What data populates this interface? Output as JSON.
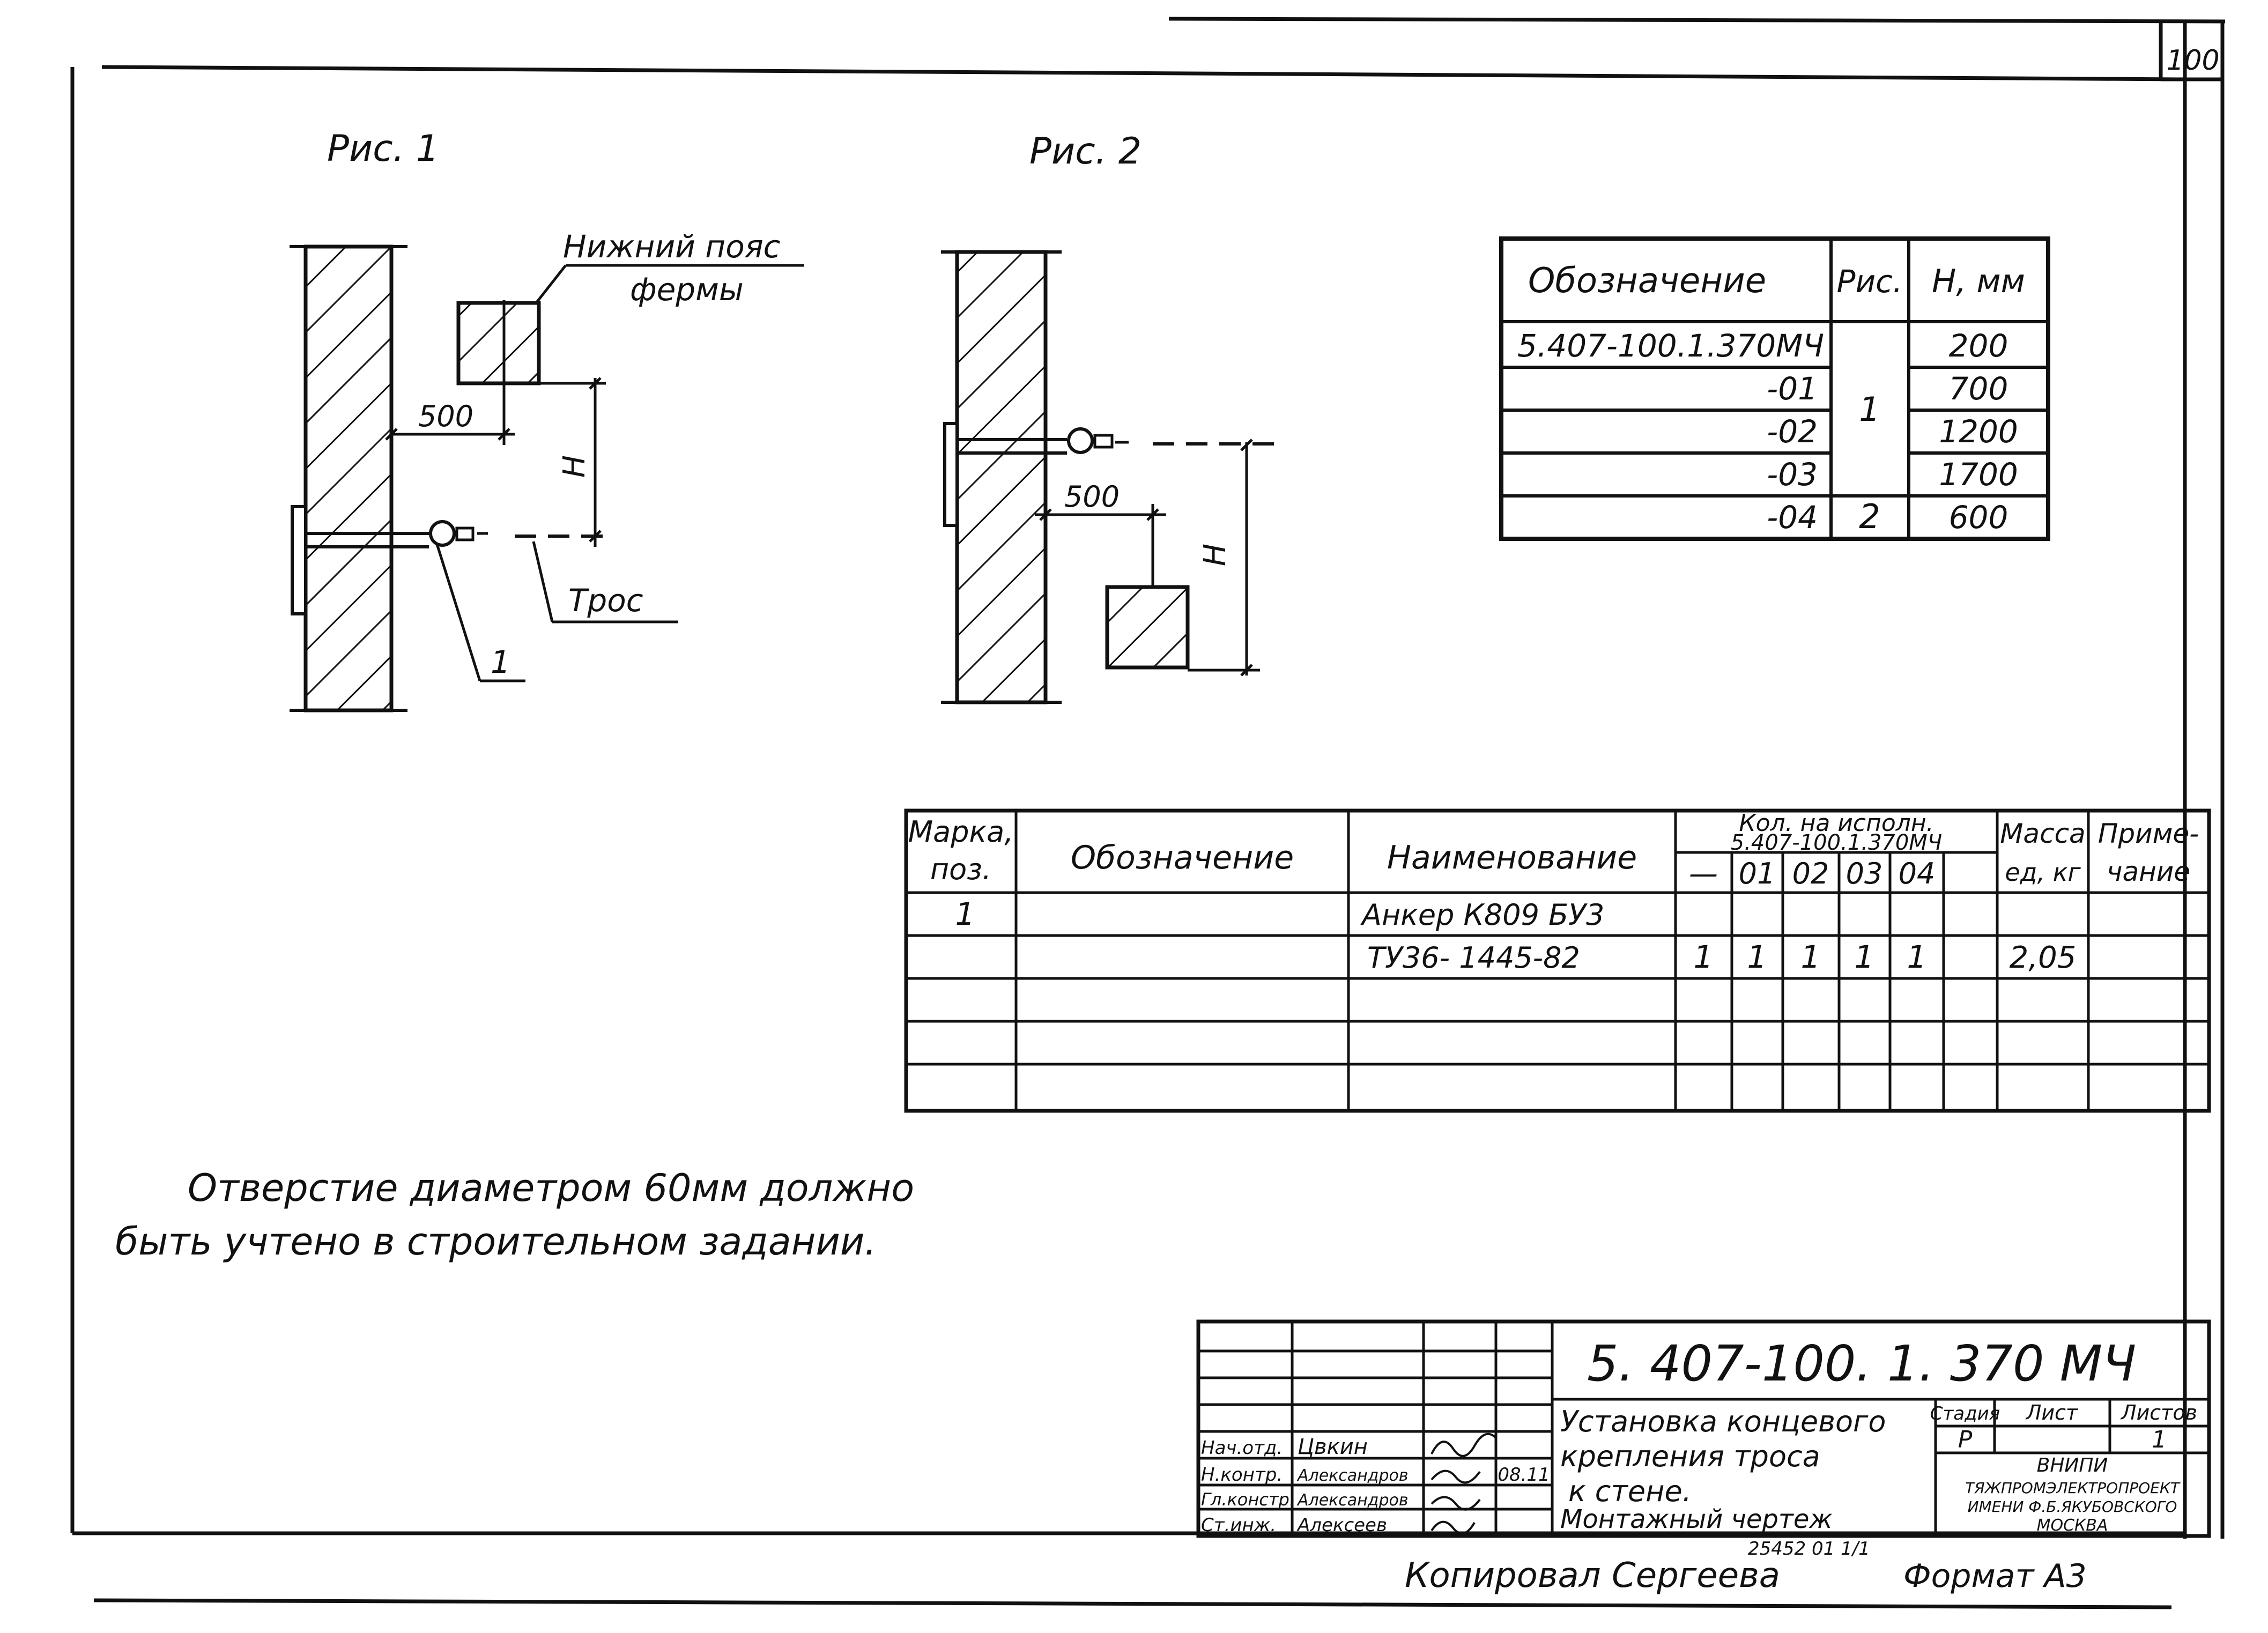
{
  "sheet": {
    "page_number": "100",
    "fig1_title": "Рис. 1",
    "fig2_title": "Рис. 2"
  },
  "fig1": {
    "chord_label_line1": "Нижний пояс",
    "chord_label_line2": "фермы",
    "dim_500": "500",
    "dim_h": "Н",
    "cable_label": "Трос",
    "pos_label": "1"
  },
  "fig2": {
    "dim_500": "500",
    "dim_h": "Н"
  },
  "version_table": {
    "headers": [
      "Обозначение",
      "Рис.",
      "Н, мм"
    ],
    "rows": [
      {
        "designation": "5.407-100.1.370МЧ",
        "h": "200"
      },
      {
        "designation": "-01",
        "h": "700"
      },
      {
        "designation": "-02",
        "h": "1200"
      },
      {
        "designation": "-03",
        "h": "1700"
      },
      {
        "designation": "-04",
        "h": "600"
      }
    ],
    "fig_merged_1": "1",
    "fig_last": "2"
  },
  "spec_table": {
    "h_mark_line1": "Марка,",
    "h_mark_line2": "поз.",
    "h_designation": "Обозначение",
    "h_name": "Наименование",
    "h_qty_line1": "Кол. на исполн.",
    "h_qty_line2": "5.407-100.1.370МЧ",
    "h_sub": [
      "—",
      "01",
      "02",
      "03",
      "04"
    ],
    "h_mass_line1": "Масса",
    "h_mass_line2": "ед, кг",
    "h_note_line1": "Приме-",
    "h_note_line2": "чание",
    "row1_mark": "1",
    "row1_name": "Анкер К809 БУ3",
    "row2_name": "ТУ36- 1445-82",
    "row2_qty": [
      "1",
      "1",
      "1",
      "1",
      "1"
    ],
    "row2_mass": "2,05"
  },
  "note": {
    "line1": "Отверстие диаметром 60мм должно",
    "line2": "быть учтено в строительном задании."
  },
  "title_block": {
    "code": "5. 407-100. 1. 370 МЧ",
    "desc_line1": "Установка концевого",
    "desc_line2": "крепления троса",
    "desc_line3": "к стене.",
    "desc_line4": "Монтажный чертеж",
    "stage_label": "Стадия",
    "sheet_label": "Лист",
    "sheets_label": "Листов",
    "stage": "Р",
    "sheets": "1",
    "roles": [
      "Нач.отд.",
      "Н.контр.",
      "Гл.констр.",
      "Ст.инж."
    ],
    "names": [
      "Цвкин",
      "Александров",
      "Александров",
      "Алексеев"
    ],
    "date": "08.11",
    "org_line1": "ВНИПИ",
    "org_line2": "ТЯЖПРОМЭЛЕКТРОПРОЕКТ",
    "org_line3": "ИМЕНИ Ф.Б.ЯКУБОВСКОГО",
    "org_line4": "МОСКВА",
    "archive": "25452 01    1/1"
  },
  "footer": {
    "copied_by": "Копировал Сергеева",
    "format": "Формат А3"
  }
}
